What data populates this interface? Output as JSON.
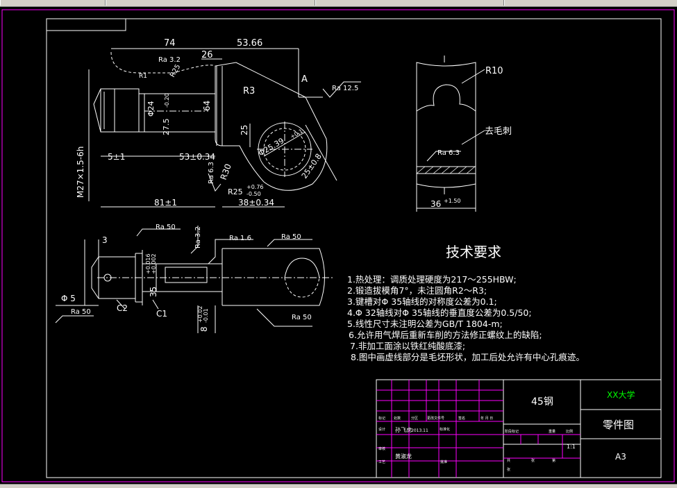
{
  "colors": {
    "background": "#000000",
    "lines": "#ffffff",
    "border": "#ff00ff",
    "title_green": "#00ff00",
    "table_grid": "#ff00ff"
  },
  "view_top": {
    "dims": {
      "d74": "74",
      "d53_66": "53.66",
      "d26": "26",
      "d64": "64",
      "d25": "25",
      "r3": "R3",
      "r1": "R1",
      "ra32": "Ra 3.2",
      "r25_label": "R25",
      "ra125": "Ra 12.5",
      "a_label": "A",
      "phi24": "Φ24",
      "d27_5": "27.5",
      "dev20": "-0.20",
      "thread": "M27×1.5-6h",
      "d5": "5±1",
      "d53": "53±0.34",
      "d81": "81±1",
      "d38": "38±0.34",
      "ra63": "Ra 6.3",
      "r30": "R30",
      "r25dim": "R25",
      "r25tol_up": "+0.76",
      "r25tol_dn": "-0.50",
      "phi_hole": "Φ25.39",
      "hole_tol": "+0.1",
      "d25b": "25±0.8"
    }
  },
  "view_section": {
    "r10": "R10",
    "deburr": "去毛刺",
    "ra63": "Ra 6.3",
    "d36": "36",
    "d36_tol": "+1.50"
  },
  "view_front": {
    "d3": "3",
    "ra50a": "Ra 50",
    "ra32": "Ra 3.2",
    "ra16": "Ra 1.6",
    "ra50b": "Ra 50",
    "phi5": "Φ 5",
    "c2": "C2",
    "c1": "C1",
    "d35": "35",
    "d35_tol1": "+0.016",
    "d35_tol2": "+0.002",
    "ra50c": "Ra 50",
    "ra50d": "Ra 50",
    "d8": "8",
    "d8_tol1": "+0.02",
    "d8_tol2": "-0.01"
  },
  "tech": {
    "title": "技术要求",
    "items": [
      "1.热处理：调质处理硬度为217～255HBW;",
      "2.锻造拔模角7°，未注圆角R2～R3;",
      "3.键槽对Φ 35轴线的对称度公差为0.1;",
      "4.Φ 32轴线对Φ 35轴线的垂直度公差为0.5/50;",
      "5.线性尺寸未注明公差为GB/T 1804-m;",
      "6.允许用气焊后重新车削的方法修正螺纹上的缺陷;",
      "7.非加工面涂以铁红纯酸底漆;",
      "8.图中画虚线部分是毛坯形状，加工后处允许有中心孔痕迹。"
    ]
  },
  "title_block": {
    "material": "45钢",
    "school": "XX大学",
    "part_name": "零件图",
    "paper": "A3",
    "scale": "1:1",
    "designer": "孙飞虎",
    "date": "2013.11",
    "checker": "黄淑龙",
    "small": [
      "标记",
      "处数",
      "分区",
      "更改文件号",
      "签名",
      "年 月 日",
      "设计",
      "标准化",
      "审核",
      "工艺",
      "批准",
      "阶段标记",
      "重量",
      "比例",
      "共",
      "张",
      "第",
      "张"
    ]
  }
}
